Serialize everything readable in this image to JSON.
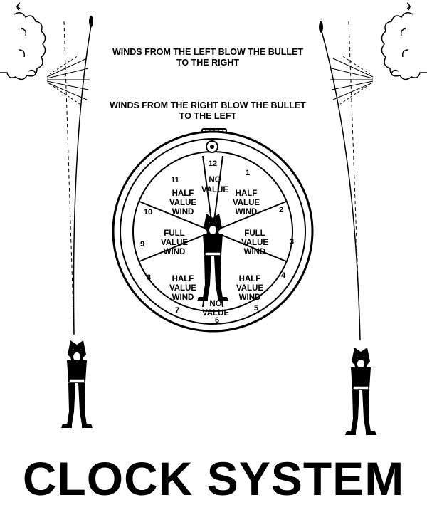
{
  "captions": {
    "left_wind": [
      "WINDS FROM THE LEFT BLOW THE BULLET",
      "TO THE RIGHT"
    ],
    "right_wind": [
      "WINDS FROM THE RIGHT BLOW THE BULLET",
      "TO THE LEFT"
    ]
  },
  "dial": {
    "numbers": [
      "12",
      "1",
      "2",
      "3",
      "4",
      "5",
      "6",
      "7",
      "8",
      "9",
      "10",
      "11"
    ],
    "segments": {
      "no_value_top": [
        "NO",
        "VALUE"
      ],
      "half_value_upper_left": [
        "HALF",
        "VALUE",
        "WIND"
      ],
      "half_value_upper_right": [
        "HALF",
        "VALUE",
        "WIND"
      ],
      "full_value_left": [
        "FULL",
        "VALUE",
        "WIND"
      ],
      "full_value_right": [
        "FULL",
        "VALUE",
        "WIND"
      ],
      "half_value_lower_left": [
        "HALF",
        "VALUE",
        "WIND"
      ],
      "half_value_lower_right": [
        "HALF",
        "VALUE",
        "WIND"
      ],
      "no_value_bottom": [
        "NO",
        "VALUE"
      ]
    }
  },
  "title": "CLOCK SYSTEM",
  "colors": {
    "ink": "#000000",
    "paper": "#ffffff"
  }
}
